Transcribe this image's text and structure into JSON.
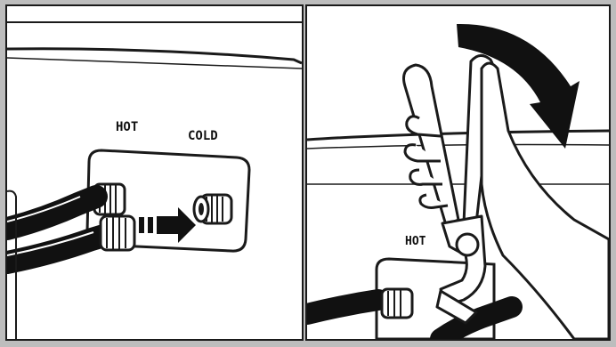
{
  "labels": {
    "hot": "HOT",
    "cold": "COLD",
    "hot_right": "HOT"
  },
  "colors": {
    "line": "#1a1a1a",
    "hose": "#111111",
    "frame": "#bdbdbd",
    "background": "#ffffff"
  },
  "icons": {
    "connect_arrow": "arrow-right-icon",
    "rotate_arrow": "curved-arrow-clockwise-icon"
  }
}
